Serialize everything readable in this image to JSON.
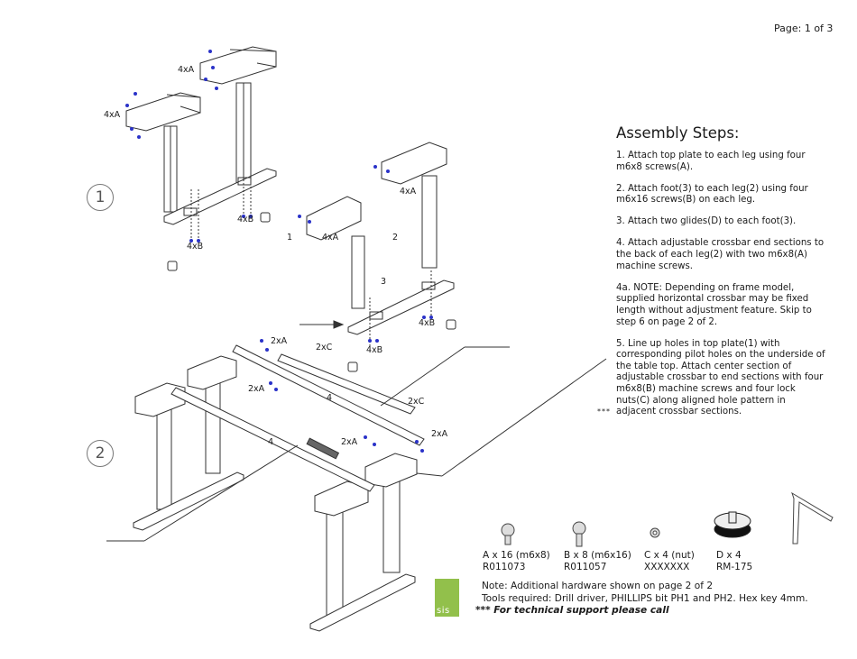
{
  "page": {
    "number_label": "Page: 1 of 3"
  },
  "steps": {
    "title": "Assembly Steps:",
    "items": [
      "1. Attach top plate to each leg using four m6x8 screws(A).",
      "2. Attach foot(3) to each leg(2) using four m6x16 screws(B) on each leg.",
      "3. Attach two glides(D) to each foot(3).",
      "4. Attach adjustable crossbar end sections to the back of each leg(2) with two m6x8(A) machine screws.",
      "4a. NOTE: Depending on frame model, supplied horizontal crossbar may be fixed length without adjustment feature. Skip to step 6 on page 2 of 2.",
      "5. Line up holes in top plate(1) with corresponding pilot holes on the underside of the table top. Attach center section of adjustable crossbar to end sections with four m6x8(B) machine screws and four lock nuts(C) along aligned hole pattern in adjacent crossbar sections."
    ],
    "marker": "***"
  },
  "diagram": {
    "step_circles": [
      "1",
      "2"
    ],
    "callouts": {
      "c4xA_1": "4xA",
      "c4xA_2": "4xA",
      "c4xB_1": "4xB",
      "c4xB_2": "4xB",
      "c4xA_3": "4xA",
      "c4xA_4": "4xA",
      "c4xB_3": "4xB",
      "c4xB_4": "4xB",
      "c1": "1",
      "c2": "2",
      "c3": "3",
      "c2xA_1": "2xA",
      "c2xC_1": "2xC",
      "c2xA_2": "2xA",
      "c4_1": "4",
      "c2xC_2": "2xC",
      "c2xA_3": "2xA",
      "c2xA_4": "2xA",
      "c4_2": "4"
    }
  },
  "hardware": [
    {
      "label": "A x 16 (m6x8)",
      "part": "R011073"
    },
    {
      "label": "B x 8 (m6x16)",
      "part": "R011057"
    },
    {
      "label": "C x 4 (nut)",
      "part": "XXXXXXX"
    },
    {
      "label": "D x 4",
      "part": "RM-175"
    }
  ],
  "notes": {
    "line1": "Note: Additional hardware shown on page 2 of 2",
    "line2": "Tools required: Drill driver, PHILLIPS bit PH1 and PH2. Hex key 4mm.",
    "support": "*** For technical support please call"
  },
  "logo": {
    "text": "sis",
    "color": "#92c04b"
  },
  "colors": {
    "screw": "#2a32c8",
    "line": "#333333"
  }
}
